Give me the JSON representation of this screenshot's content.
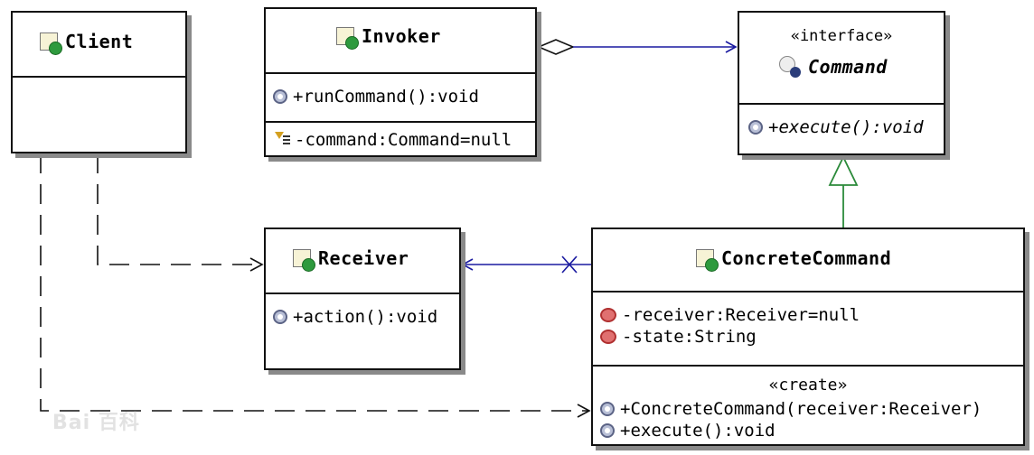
{
  "colors": {
    "border": "#111111",
    "shadow": "#8a8a8a",
    "association": "#1a1aa0",
    "realization": "#2b8a3a",
    "dependency": "#111111"
  },
  "classes": {
    "client": {
      "name": "Client",
      "icon": "class-icon"
    },
    "invoker": {
      "name": "Invoker",
      "icon": "class-icon",
      "operations": [
        {
          "icon": "public-operation-icon",
          "text": "+runCommand():void"
        }
      ],
      "attributes": [
        {
          "icon": "field-icon",
          "text": "-command:Command=null"
        }
      ]
    },
    "command": {
      "stereotype": "«interface»",
      "name": "Command",
      "icon": "interface-icon",
      "operations": [
        {
          "icon": "public-operation-icon",
          "text": "+execute():void"
        }
      ]
    },
    "receiver": {
      "name": "Receiver",
      "icon": "class-icon",
      "operations": [
        {
          "icon": "public-operation-icon",
          "text": "+action():void"
        }
      ]
    },
    "concrete_command": {
      "name": "ConcreteCommand",
      "icon": "class-icon",
      "attributes": [
        {
          "icon": "private-attribute-icon",
          "text": "-receiver:Receiver=null"
        },
        {
          "icon": "private-attribute-icon",
          "text": "-state:String"
        }
      ],
      "operations_stereotype": "«create»",
      "operations": [
        {
          "icon": "public-operation-icon",
          "text": "+ConcreteCommand(receiver:Receiver)"
        },
        {
          "icon": "public-operation-icon",
          "text": "+execute():void"
        }
      ]
    }
  },
  "relationships": [
    {
      "type": "aggregation",
      "from": "Invoker",
      "to": "Command"
    },
    {
      "type": "realization",
      "from": "ConcreteCommand",
      "to": "Command"
    },
    {
      "type": "association",
      "from": "ConcreteCommand",
      "to": "Receiver"
    },
    {
      "type": "dependency",
      "from": "Client",
      "to": "Receiver"
    },
    {
      "type": "dependency",
      "from": "Client",
      "to": "ConcreteCommand"
    }
  ],
  "watermark": "Bai 百科"
}
